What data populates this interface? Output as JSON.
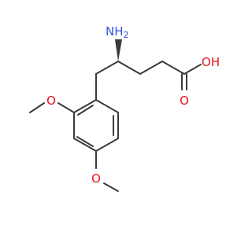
{
  "molecule": {
    "atoms": {
      "nh2": {
        "symbol": "N",
        "h": "H",
        "h_count": "2"
      },
      "acid_o": {
        "symbol": "O"
      },
      "acid_oh": {
        "o": "O",
        "h": "H"
      },
      "ome_ortho": {
        "symbol": "O"
      },
      "ome_para": {
        "symbol": "O"
      }
    }
  },
  "colors": {
    "bond": "#3a3a3a",
    "nitrogen": "#3150d6",
    "oxygen": "#e8131a"
  }
}
